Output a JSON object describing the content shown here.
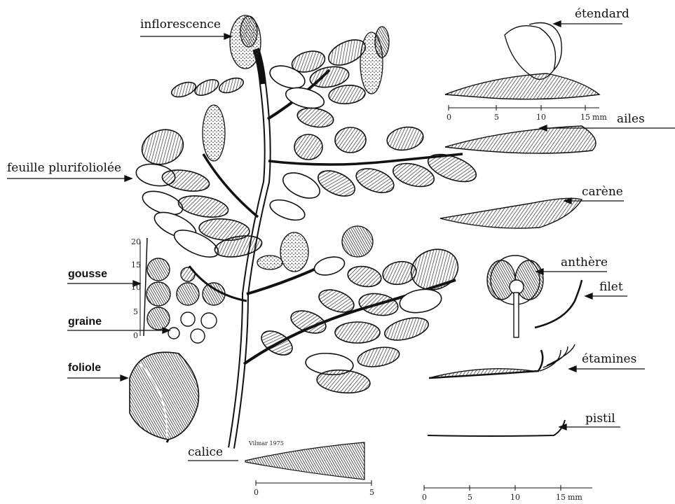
{
  "labels": {
    "inflorescence": "inflorescence",
    "feuille": "feuille plurifoliolée",
    "gousse": "gousse",
    "graine": "graine",
    "foliole": "foliole",
    "calice": "calice",
    "etendard": "étendard",
    "ailes": "ailes",
    "carene": "carène",
    "anthere": "anthère",
    "filet": "filet",
    "etamines": "étamines",
    "pistil": "pistil"
  },
  "scales": {
    "flower_scale": {
      "ticks": [
        "0",
        "5",
        "10",
        "15"
      ],
      "unit": "mm"
    },
    "bottom_right_scale": {
      "ticks": [
        "0",
        "5",
        "10",
        "15"
      ],
      "unit": "mm"
    },
    "calice_scale": {
      "ticks": [
        "0",
        "5"
      ]
    },
    "pod_scale": {
      "ticks": [
        "0",
        "5",
        "10",
        "15",
        "20"
      ]
    }
  },
  "signature": "Vilmar 1975",
  "colors": {
    "ink": "#111111",
    "paper": "#ffffff"
  }
}
